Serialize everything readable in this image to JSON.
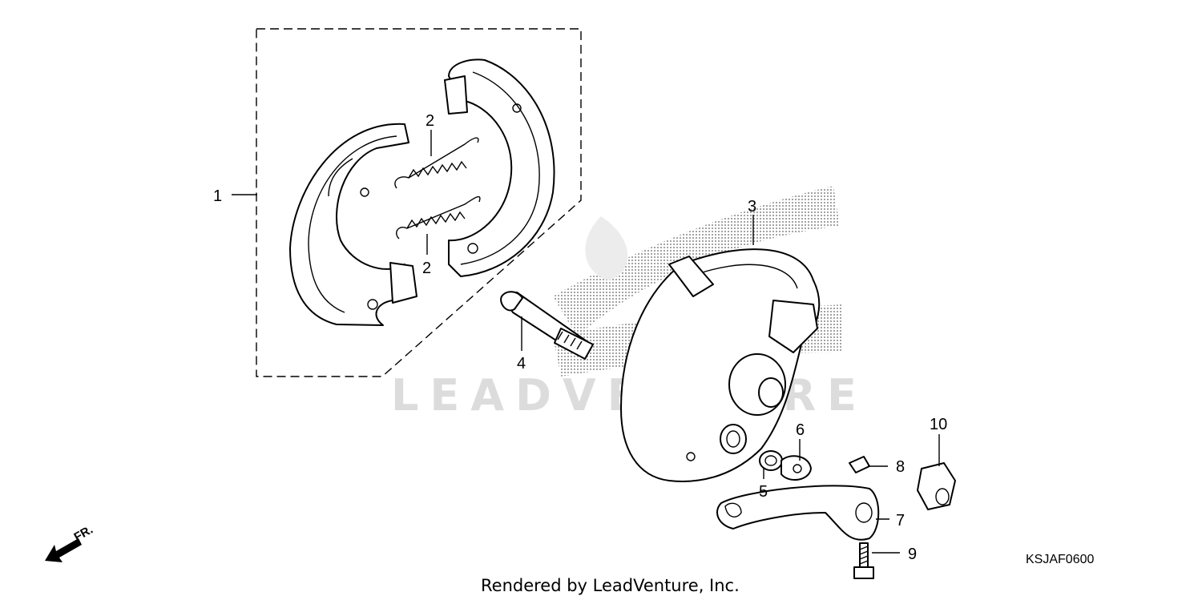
{
  "callouts": [
    "1",
    "2",
    "2",
    "3",
    "4",
    "5",
    "6",
    "7",
    "8",
    "9",
    "10"
  ],
  "diagram_code": "KSJAF0600",
  "footer": "Rendered by LeadVenture, Inc.",
  "watermark": "LEADVENTURE",
  "front_arrow": "FR."
}
